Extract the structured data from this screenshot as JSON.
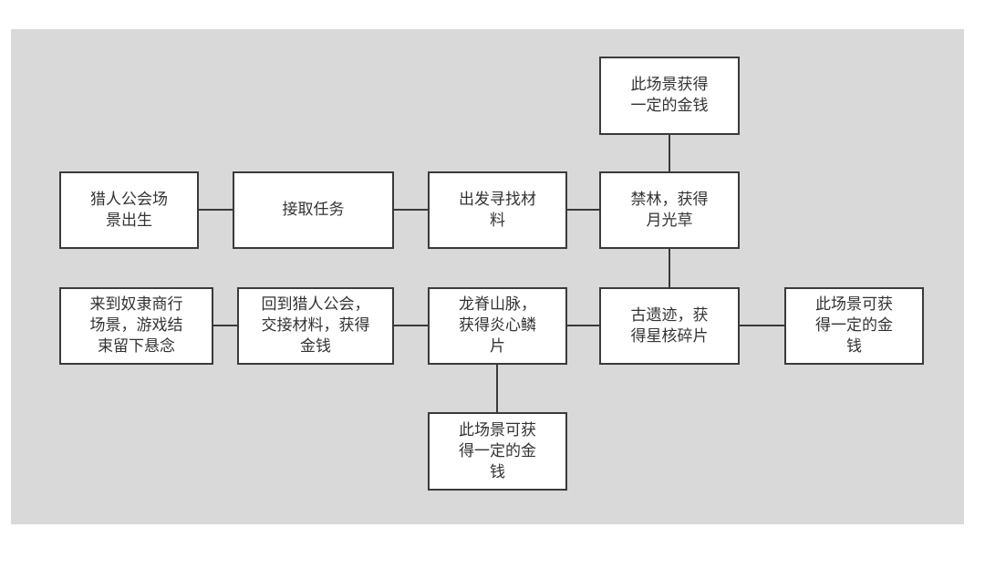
{
  "nodes": {
    "gold_top": "此场景获得\n一定的金钱",
    "hunter_guild_birth": "猎人公会场\n景出生",
    "accept_task": "接取任务",
    "find_materials": "出发寻找材\n料",
    "forbidden_forest": "禁林，获得\n月光草",
    "slave_market": "来到奴隶商行\n场景，游戏结\n束留下悬念",
    "return_guild": "回到猎人公会，\n交接材料，获得\n金钱",
    "dragon_ridge": "龙脊山脉，\n获得炎心鳞\n片",
    "ancient_ruins": "古遗迹，获\n得星核碎片",
    "gold_right": "此场景可获\n得一定的金\n钱",
    "gold_bottom": "此场景可获\n得一定的金\n钱"
  }
}
